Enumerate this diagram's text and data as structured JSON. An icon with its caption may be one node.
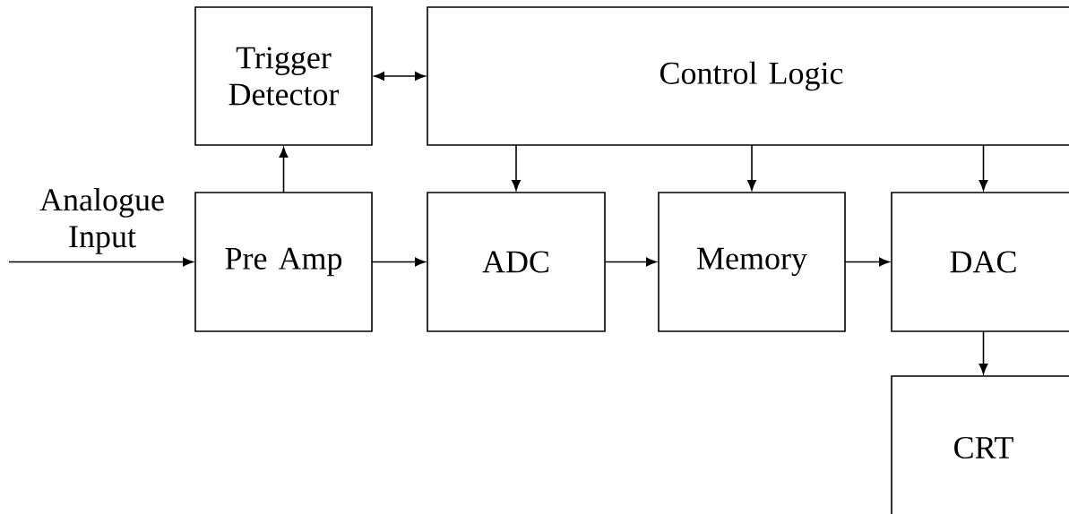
{
  "diagram": {
    "nodes": [
      {
        "text": [
          "Trigger Detector"
        ]
      },
      {
        "text": [
          "Control Logic"
        ]
      },
      {
        "text": [
          "Pre Amp"
        ]
      },
      {
        "text": [
          "ADC"
        ]
      },
      {
        "text": [
          "Memory"
        ]
      },
      {
        "text": [
          "DAC"
        ]
      },
      {
        "text": [
          "CRT"
        ]
      }
    ],
    "edges": [
      {
        "from": 0,
        "to": 1,
        "arrow": "both"
      },
      {
        "from": 2,
        "to": 0,
        "arrow": "to"
      },
      {
        "from": null,
        "to": 2,
        "arrow": "to",
        "label": "Analogue Input"
      },
      {
        "from": 2,
        "to": 3,
        "arrow": "to"
      },
      {
        "from": 1,
        "to": 3,
        "arrow": "to"
      },
      {
        "from": 1,
        "to": 4,
        "arrow": "to"
      },
      {
        "from": 1,
        "to": 5,
        "arrow": "to"
      },
      {
        "from": 3,
        "to": 4,
        "arrow": "to"
      },
      {
        "from": 4,
        "to": 5,
        "arrow": "to"
      },
      {
        "from": 5,
        "to": 6,
        "arrow": "to"
      }
    ]
  }
}
